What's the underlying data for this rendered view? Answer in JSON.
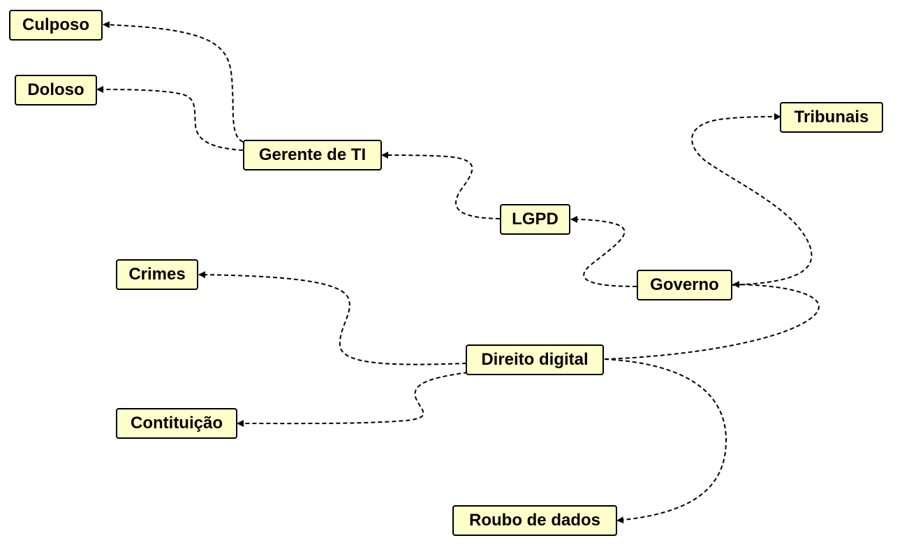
{
  "nodes": {
    "culposo": "Culposo",
    "doloso": "Doloso",
    "gerente": "Gerente de TI",
    "tribunais": "Tribunais",
    "lgpd": "LGPD",
    "crimes": "Crimes",
    "governo": "Governo",
    "direito": "Direito digital",
    "contituicao": "Contituição",
    "roubo": "Roubo de dados"
  },
  "colors": {
    "node_fill": "#ffffcc",
    "node_border": "#000000",
    "edge": "#000000"
  },
  "edges": [
    [
      "gerente",
      "culposo"
    ],
    [
      "gerente",
      "doloso"
    ],
    [
      "lgpd",
      "gerente"
    ],
    [
      "governo",
      "lgpd"
    ],
    [
      "governo",
      "tribunais"
    ],
    [
      "direito",
      "governo"
    ],
    [
      "direito",
      "crimes"
    ],
    [
      "direito",
      "contituicao"
    ],
    [
      "direito",
      "roubo"
    ]
  ]
}
